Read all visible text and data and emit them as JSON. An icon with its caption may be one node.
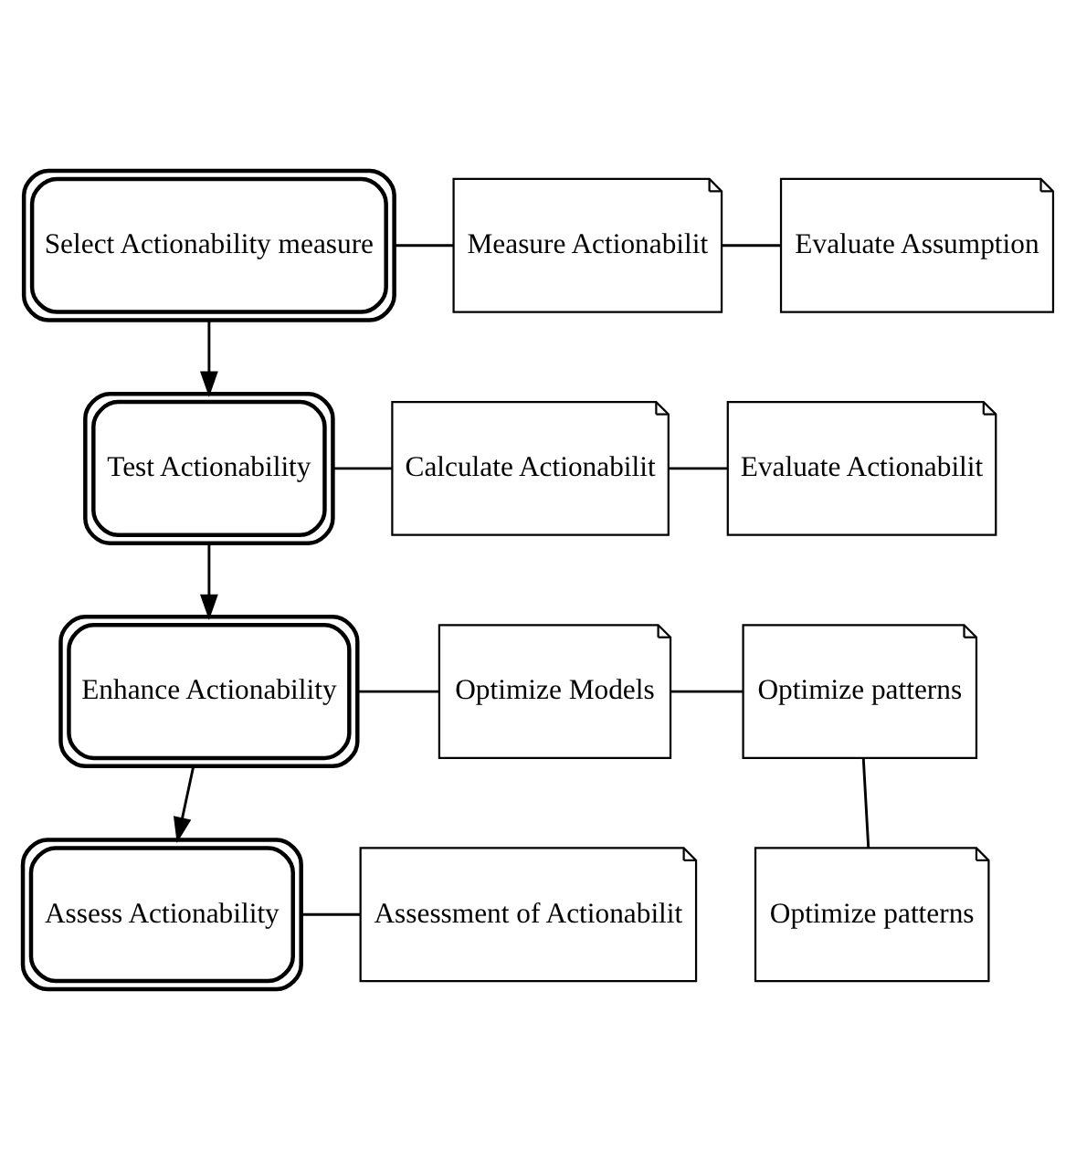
{
  "diagram": {
    "nodes": [
      {
        "text": [
          "Select Actionability measure"
        ]
      },
      {
        "text": [
          "Measure Actionabilit"
        ]
      },
      {
        "text": [
          "Evaluate Assumption"
        ]
      },
      {
        "text": [
          "Test Actionability"
        ]
      },
      {
        "text": [
          "Calculate Actionabilit"
        ]
      },
      {
        "text": [
          "Evaluate Actionabilit"
        ]
      },
      {
        "text": [
          "Enhance Actionability"
        ]
      },
      {
        "text": [
          "Optimize Models"
        ]
      },
      {
        "text": [
          "Optimize patterns"
        ]
      },
      {
        "text": [
          "Assess Actionability"
        ]
      },
      {
        "text": [
          "Assessment of Actionabilit"
        ]
      },
      {
        "text": [
          "Optimize patterns"
        ]
      }
    ],
    "edges": [
      {
        "from": 0,
        "to": 1,
        "arrow": "none"
      },
      {
        "from": 1,
        "to": 2,
        "arrow": "none"
      },
      {
        "from": 0,
        "to": 3,
        "arrow": "to"
      },
      {
        "from": 3,
        "to": 4,
        "arrow": "none"
      },
      {
        "from": 4,
        "to": 5,
        "arrow": "none"
      },
      {
        "from": 3,
        "to": 6,
        "arrow": "to"
      },
      {
        "from": 6,
        "to": 7,
        "arrow": "none"
      },
      {
        "from": 7,
        "to": 8,
        "arrow": "none"
      },
      {
        "from": 6,
        "to": 9,
        "arrow": "to"
      },
      {
        "from": 9,
        "to": 10,
        "arrow": "none"
      },
      {
        "from": 8,
        "to": 11,
        "arrow": "none"
      }
    ]
  }
}
